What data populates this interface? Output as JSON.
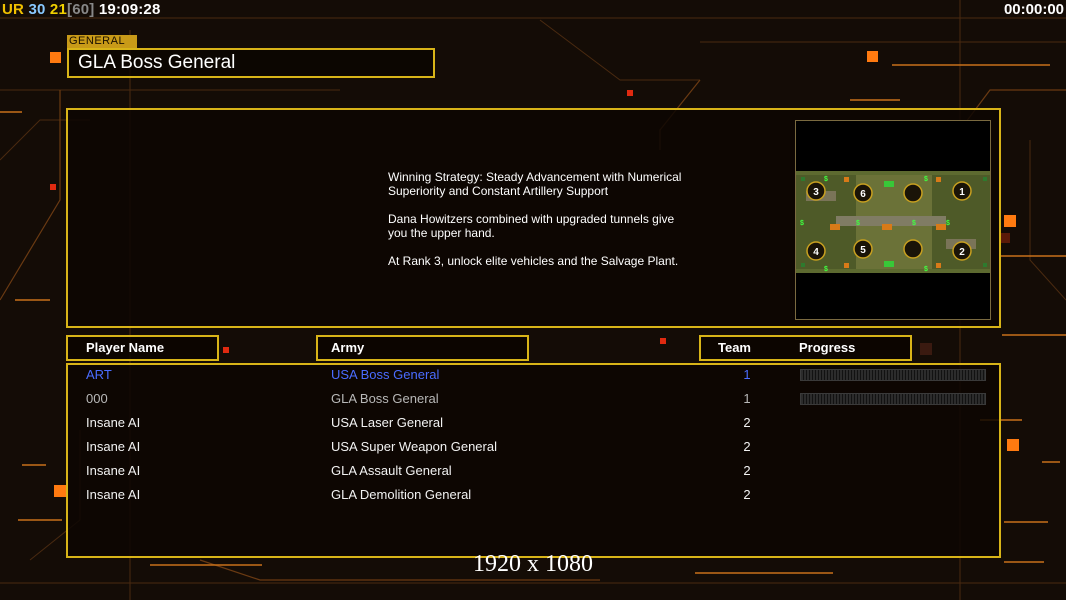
{
  "hud": {
    "ur_label": "UR",
    "fps": "30",
    "fps_cap_value": "21",
    "fps_cap_bracket": "[60]",
    "clock": "19:09:28",
    "game_timer": "00:00:00"
  },
  "general": {
    "tag": "GENERAL",
    "title": "GLA Boss General"
  },
  "strategy_text": "Winning Strategy: Steady Advancement with Numerical\n Superiority and Constant Artillery Support\n\nDana Howitzers combined with upgraded tunnels give\n you the upper hand.\n\nAt Rank 3, unlock elite vehicles and the Salvage Plant.",
  "minimap": {
    "start_positions": [
      "3",
      "6",
      "1",
      "4",
      "5",
      "2"
    ],
    "dollar_sign": "$"
  },
  "table_headers": {
    "player_name": "Player Name",
    "army": "Army",
    "team": "Team",
    "progress": "Progress"
  },
  "players": [
    {
      "name": "ART",
      "army": "USA Boss General",
      "team": "1",
      "has_progress": true,
      "style": "local"
    },
    {
      "name": "000",
      "army": "GLA Boss General",
      "team": "1",
      "has_progress": true,
      "style": "peer"
    },
    {
      "name": "Insane AI",
      "army": "USA Laser General",
      "team": "2",
      "has_progress": false,
      "style": "ai"
    },
    {
      "name": "Insane AI",
      "army": "USA Super Weapon General",
      "team": "2",
      "has_progress": false,
      "style": "ai"
    },
    {
      "name": "Insane AI",
      "army": "GLA Assault General",
      "team": "2",
      "has_progress": false,
      "style": "ai"
    },
    {
      "name": "Insane AI",
      "army": "GLA Demolition General",
      "team": "2",
      "has_progress": false,
      "style": "ai"
    }
  ],
  "resolution_label": "1920 x 1080",
  "colors": {
    "accent_gold": "#d8b418",
    "local_player": "#4a6cff",
    "background": "#140c06",
    "orange_glow": "#ff7a10"
  }
}
